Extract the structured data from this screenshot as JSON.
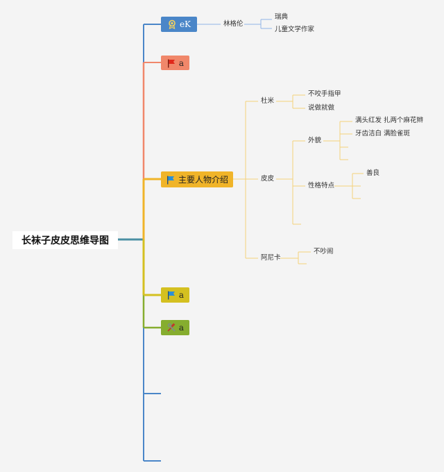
{
  "root": {
    "label": "长袜子皮皮思维导图"
  },
  "colors": {
    "trunk": "#4a8fa3",
    "blue": "#4a86c8",
    "orange": "#f0876a",
    "yellow": "#f0b429",
    "olive": "#d4c020",
    "green": "#86ad2f",
    "leaf_line_blue": "#8fb3e6",
    "leaf_line_yellow": "#f5d27a"
  },
  "branches": [
    {
      "id": "b1",
      "label": "eK",
      "icon": "award-icon",
      "color": "#4a86c8",
      "child": {
        "label": "林格伦",
        "leaves": [
          "瑞典",
          "儿童文学作家"
        ]
      }
    },
    {
      "id": "b2",
      "label": "a",
      "icon": "flag-red-icon",
      "color": "#f0876a"
    },
    {
      "id": "b3",
      "label": "主要人物介绍",
      "icon": "flag-blue-icon",
      "color": "#f0b429",
      "children": [
        {
          "label": "杜米",
          "leaves": [
            "不咬手指甲",
            "说做就做"
          ]
        },
        {
          "label": "皮皮",
          "subs": [
            {
              "label": "外貌",
              "leaves": [
                "满头红发 扎两个麻花辫",
                "牙齿洁白 满脸雀斑"
              ]
            },
            {
              "label": "性格特点",
              "leaves": [
                "善良"
              ]
            }
          ]
        },
        {
          "label": "阿尼卡",
          "leaves": [
            "不吵闹"
          ]
        }
      ]
    },
    {
      "id": "b4",
      "label": "a",
      "icon": "flag-blue-icon",
      "color": "#d4c020"
    },
    {
      "id": "b5",
      "label": "a",
      "icon": "tools-icon",
      "color": "#86ad2f"
    }
  ]
}
